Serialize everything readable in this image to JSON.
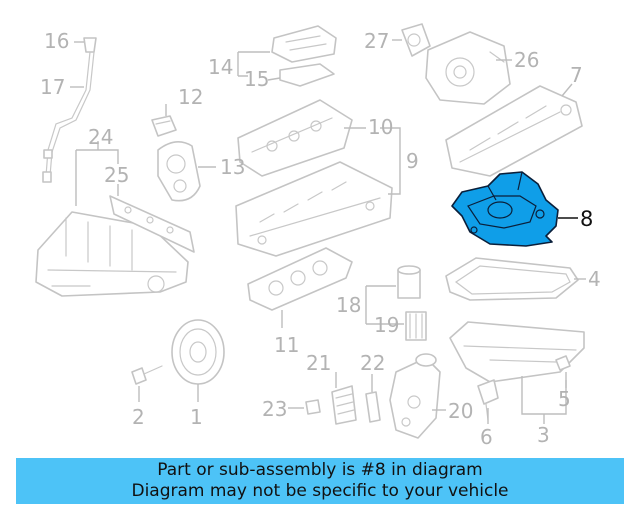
{
  "callouts": {
    "c1": "1",
    "c2": "2",
    "c3": "3",
    "c4": "4",
    "c5": "5",
    "c6": "6",
    "c7": "7",
    "c8": "8",
    "c9": "9",
    "c10": "10",
    "c11": "11",
    "c12": "12",
    "c13": "13",
    "c14": "14",
    "c15": "15",
    "c16": "16",
    "c17": "17",
    "c18": "18",
    "c19": "19",
    "c20": "20",
    "c21": "21",
    "c22": "22",
    "c23": "23",
    "c24": "24",
    "c25": "25",
    "c26": "26",
    "c27": "27"
  },
  "highlight": {
    "part": "8",
    "color": "#0f9ee8"
  },
  "banner": {
    "line1": "Part or sub-assembly is #8 in diagram",
    "line2": "Diagram may not be specific to your vehicle",
    "color": "#4dc3f7"
  }
}
